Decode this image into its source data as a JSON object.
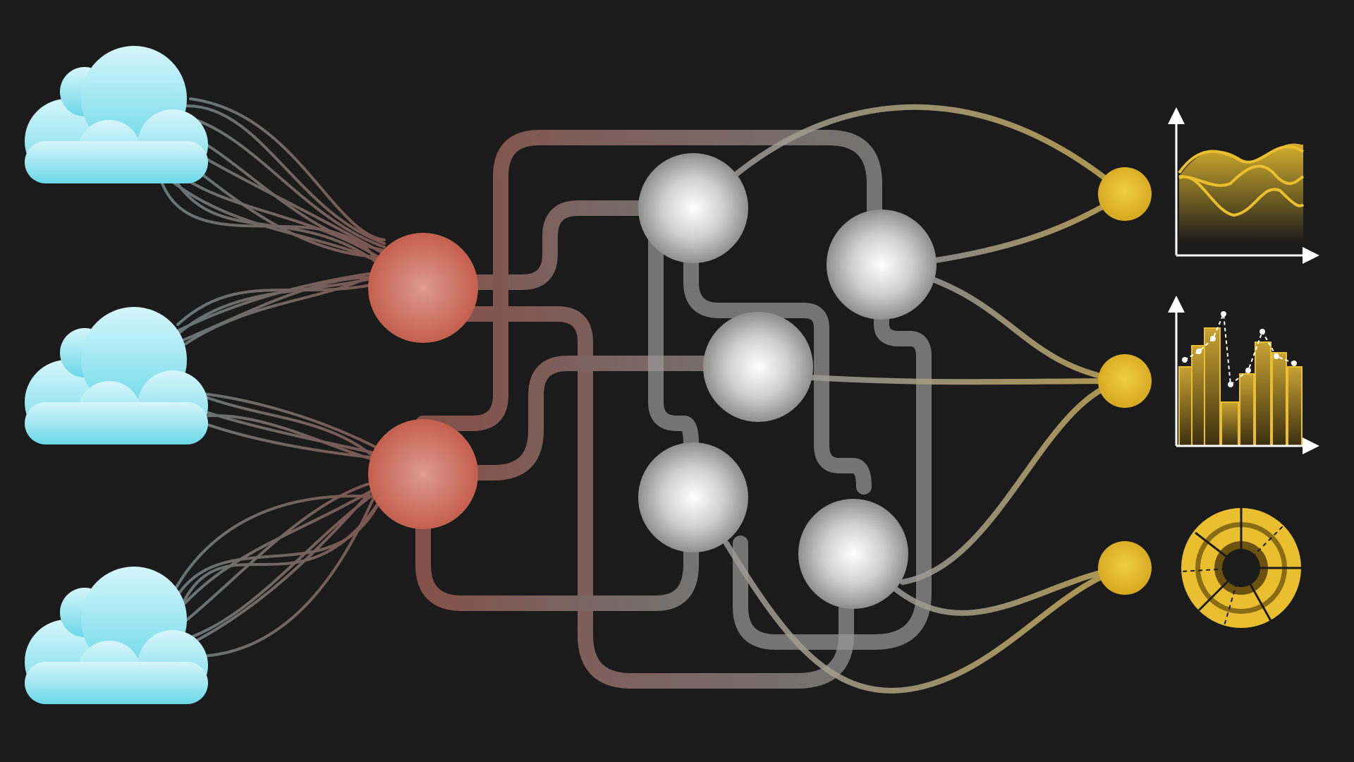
{
  "diagram": {
    "background": "#1b1b1b",
    "colors": {
      "cloud_top": "#d6f6fb",
      "cloud_bottom": "#6cd8e8",
      "source_node": "#c96756",
      "hidden_node": "#9c9c9c",
      "output_node": "#e9bf2f",
      "link_gray": "#9a9a9a",
      "link_red": "#b0685d",
      "link_gold": "#c9ad5a"
    },
    "nodes": [
      {
        "id": "cloud-1",
        "kind": "cloud",
        "icon": "cloud-icon"
      },
      {
        "id": "cloud-2",
        "kind": "cloud",
        "icon": "cloud-icon"
      },
      {
        "id": "cloud-3",
        "kind": "cloud",
        "icon": "cloud-icon"
      },
      {
        "id": "source-1",
        "kind": "source-node"
      },
      {
        "id": "source-2",
        "kind": "source-node"
      },
      {
        "id": "hidden-1",
        "kind": "hidden-node"
      },
      {
        "id": "hidden-2",
        "kind": "hidden-node"
      },
      {
        "id": "hidden-3",
        "kind": "hidden-node"
      },
      {
        "id": "hidden-4",
        "kind": "hidden-node"
      },
      {
        "id": "hidden-5",
        "kind": "hidden-node"
      },
      {
        "id": "output-1",
        "kind": "output-node"
      },
      {
        "id": "output-2",
        "kind": "output-node"
      },
      {
        "id": "output-3",
        "kind": "output-node"
      }
    ],
    "output_icons": [
      {
        "id": "output-1",
        "icon": "area-chart-icon"
      },
      {
        "id": "output-2",
        "icon": "bar-chart-icon"
      },
      {
        "id": "output-3",
        "icon": "donut-chart-icon"
      }
    ]
  }
}
